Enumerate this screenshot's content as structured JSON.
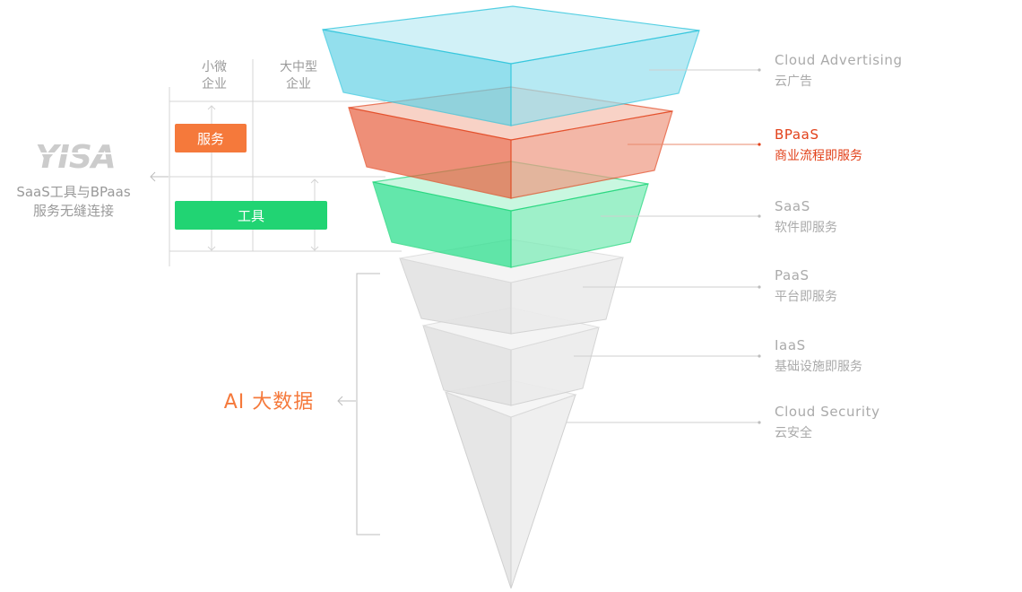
{
  "brand": {
    "logo_text": "YISA",
    "subtitle_line1": "SaaS工具与BPaas",
    "subtitle_line2": "服务无缝连接"
  },
  "columns": {
    "small_line1": "小微",
    "small_line2": "企业",
    "large_line1": "大中型",
    "large_line2": "企业"
  },
  "tags": {
    "service": "服务",
    "tools": "工具"
  },
  "ai_label": "AI 大数据",
  "layers": [
    {
      "en": "Cloud Advertising",
      "cn": "云广告",
      "color": "#aaa"
    },
    {
      "en": "BPaaS",
      "cn": "商业流程即服务",
      "color": "#e2411a"
    },
    {
      "en": "SaaS",
      "cn": "软件即服务",
      "color": "#aaa"
    },
    {
      "en": "PaaS",
      "cn": "平台即服务",
      "color": "#aaa"
    },
    {
      "en": "IaaS",
      "cn": "基础设施即服务",
      "color": "#aaa"
    },
    {
      "en": "Cloud Security",
      "cn": "云安全",
      "color": "#aaa"
    }
  ],
  "colors": {
    "cyan": "#2bc4dc",
    "red": "#e2411a",
    "green": "#1ed67a",
    "gray": "#cfcfcf",
    "orange": "#f5793b",
    "tag_green": "#21d473"
  }
}
